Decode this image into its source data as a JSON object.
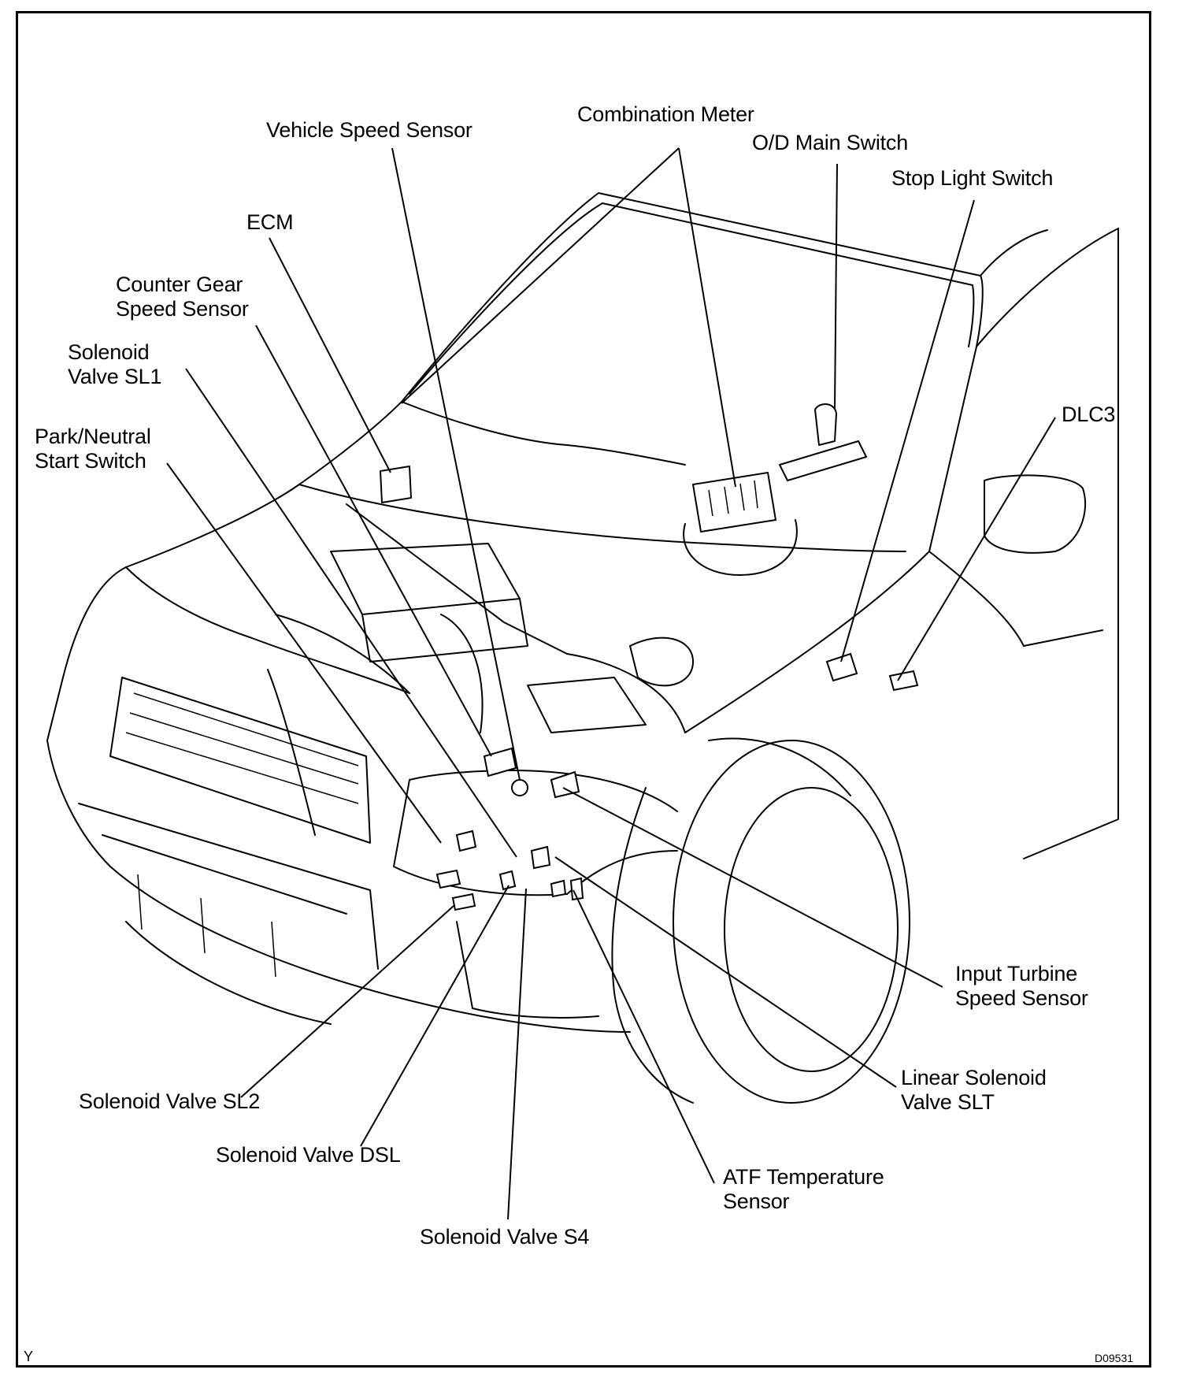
{
  "labels": {
    "vehicle_speed_sensor": "Vehicle Speed Sensor",
    "combination_meter": "Combination Meter",
    "od_main_switch": "O/D Main Switch",
    "stop_light_switch": "Stop Light Switch",
    "ecm": "ECM",
    "counter_gear_speed_sensor": "Counter Gear\nSpeed Sensor",
    "solenoid_valve_sl1": "Solenoid\nValve SL1",
    "park_neutral_start_switch": "Park/Neutral\nStart Switch",
    "dlc3": "DLC3",
    "input_turbine_speed_sensor": "Input Turbine\nSpeed Sensor",
    "linear_solenoid_valve_slt": "Linear Solenoid\nValve SLT",
    "solenoid_valve_sl2": "Solenoid Valve SL2",
    "solenoid_valve_dsl": "Solenoid Valve DSL",
    "atf_temperature_sensor": "ATF Temperature\nSensor",
    "solenoid_valve_s4": "Solenoid Valve S4"
  },
  "corner": {
    "left": "Y",
    "right": "D09531"
  }
}
